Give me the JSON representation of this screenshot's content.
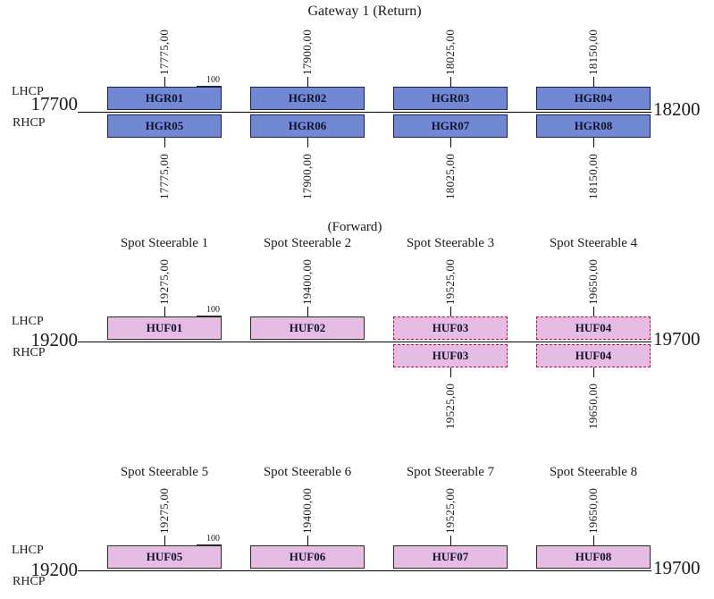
{
  "colors": {
    "gateway_fill": "#7189D2",
    "spot_fill": "#E7BCE4",
    "gateway_border": "#1D1D4F",
    "spot_border": "#2B2B2B",
    "dashed_border": "#B2134B",
    "axis": "#000000"
  },
  "sections": [
    {
      "id": "gateway-return",
      "title": "Gateway 1 (Return)",
      "subtitle": "",
      "scale_left": "17700",
      "scale_right": "18200",
      "polarization_top": "LHCP",
      "polarization_bottom": "RHCP",
      "bandwidth_label": "100",
      "fill": "gateway_fill",
      "border": "gateway_border",
      "spot_titles": [],
      "boxes": [
        {
          "label": "HGR01",
          "slot": 0,
          "row": "top",
          "dashed": false
        },
        {
          "label": "HGR02",
          "slot": 1,
          "row": "top",
          "dashed": false
        },
        {
          "label": "HGR03",
          "slot": 2,
          "row": "top",
          "dashed": false
        },
        {
          "label": "HGR04",
          "slot": 3,
          "row": "top",
          "dashed": false
        },
        {
          "label": "HGR05",
          "slot": 0,
          "row": "bottom",
          "dashed": false
        },
        {
          "label": "HGR06",
          "slot": 1,
          "row": "bottom",
          "dashed": false
        },
        {
          "label": "HGR07",
          "slot": 2,
          "row": "bottom",
          "dashed": false
        },
        {
          "label": "HGR08",
          "slot": 3,
          "row": "bottom",
          "dashed": false
        }
      ],
      "freq_labels_top": [
        {
          "slot": 0,
          "text": "17775,00"
        },
        {
          "slot": 1,
          "text": "17900,00"
        },
        {
          "slot": 2,
          "text": "18025,00"
        },
        {
          "slot": 3,
          "text": "18150,00"
        }
      ],
      "freq_labels_bottom": [
        {
          "slot": 0,
          "text": "17775,00"
        },
        {
          "slot": 1,
          "text": "17900,00"
        },
        {
          "slot": 2,
          "text": "18025,00"
        },
        {
          "slot": 3,
          "text": "18150,00"
        }
      ]
    },
    {
      "id": "forward-spots-1-4",
      "title": "",
      "subtitle": "(Forward)",
      "scale_left": "19200",
      "scale_right": "19700",
      "polarization_top": "LHCP",
      "polarization_bottom": "RHCP",
      "bandwidth_label": "100",
      "fill": "spot_fill",
      "border": "spot_border",
      "spot_titles": [
        {
          "slot": 0,
          "text": "Spot Steerable 1"
        },
        {
          "slot": 1,
          "text": "Spot Steerable 2"
        },
        {
          "slot": 2,
          "text": "Spot Steerable 3"
        },
        {
          "slot": 3,
          "text": "Spot Steerable 4"
        }
      ],
      "boxes": [
        {
          "label": "HUF01",
          "slot": 0,
          "row": "top",
          "dashed": false
        },
        {
          "label": "HUF02",
          "slot": 1,
          "row": "top",
          "dashed": false
        },
        {
          "label": "HUF03",
          "slot": 2,
          "row": "top",
          "dashed": true
        },
        {
          "label": "HUF04",
          "slot": 3,
          "row": "top",
          "dashed": true
        },
        {
          "label": "HUF03",
          "slot": 2,
          "row": "bottom",
          "dashed": true
        },
        {
          "label": "HUF04",
          "slot": 3,
          "row": "bottom",
          "dashed": true
        }
      ],
      "freq_labels_top": [
        {
          "slot": 0,
          "text": "19275,00"
        },
        {
          "slot": 1,
          "text": "19400,00"
        },
        {
          "slot": 2,
          "text": "19525,00"
        },
        {
          "slot": 3,
          "text": "19650,00"
        }
      ],
      "freq_labels_bottom": [
        {
          "slot": 2,
          "text": "19525,00"
        },
        {
          "slot": 3,
          "text": "19650,00"
        }
      ]
    },
    {
      "id": "forward-spots-5-8",
      "title": "",
      "subtitle": "",
      "scale_left": "19200",
      "scale_right": "19700",
      "polarization_top": "LHCP",
      "polarization_bottom": "RHCP",
      "bandwidth_label": "100",
      "fill": "spot_fill",
      "border": "spot_border",
      "spot_titles": [
        {
          "slot": 0,
          "text": "Spot Steerable 5"
        },
        {
          "slot": 1,
          "text": "Spot Steerable 6"
        },
        {
          "slot": 2,
          "text": "Spot Steerable 7"
        },
        {
          "slot": 3,
          "text": "Spot Steerable 8"
        }
      ],
      "boxes": [
        {
          "label": "HUF05",
          "slot": 0,
          "row": "top",
          "dashed": false
        },
        {
          "label": "HUF06",
          "slot": 1,
          "row": "top",
          "dashed": false
        },
        {
          "label": "HUF07",
          "slot": 2,
          "row": "top",
          "dashed": false
        },
        {
          "label": "HUF08",
          "slot": 3,
          "row": "top",
          "dashed": false
        }
      ],
      "freq_labels_top": [
        {
          "slot": 0,
          "text": "19275,00"
        },
        {
          "slot": 1,
          "text": "19400,00"
        },
        {
          "slot": 2,
          "text": "19525,00"
        },
        {
          "slot": 3,
          "text": "19650,00"
        }
      ],
      "freq_labels_bottom": []
    }
  ]
}
